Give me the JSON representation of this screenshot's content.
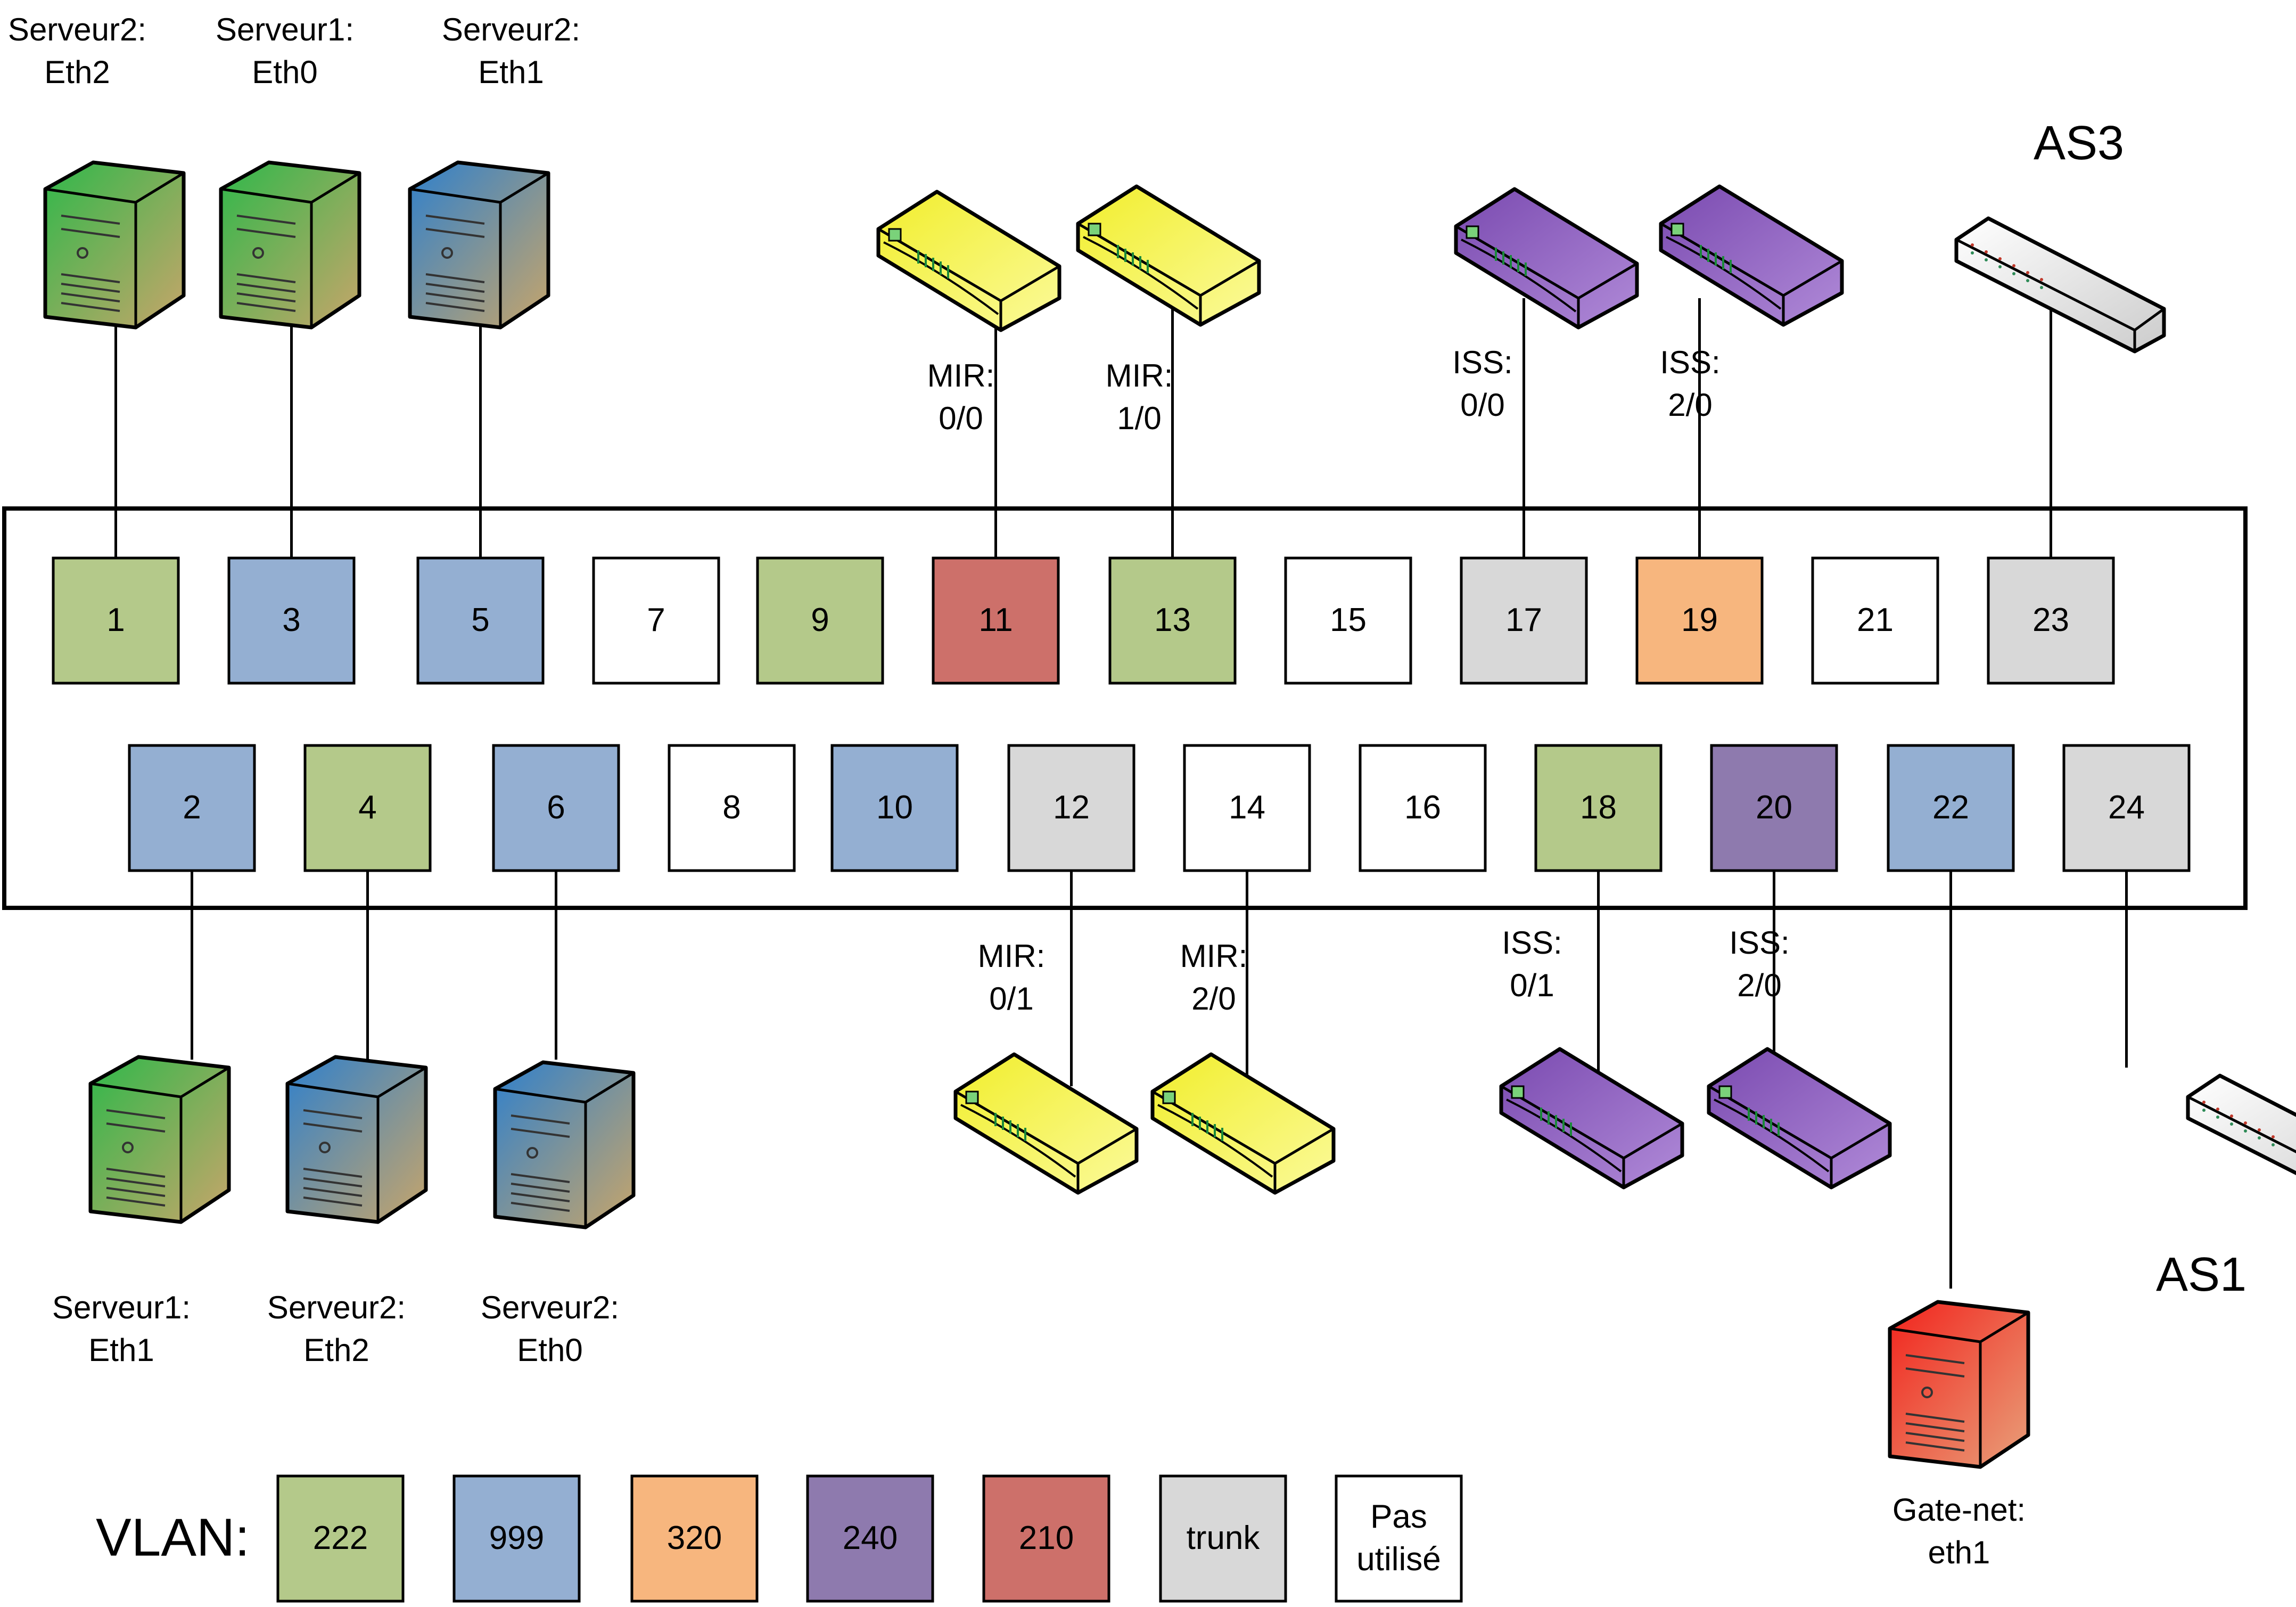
{
  "switch": {
    "ports_top": [
      {
        "num": "1",
        "vlan": "222",
        "label": [
          "Serveur2:",
          "Eth2"
        ],
        "device": "server",
        "color": "green"
      },
      {
        "num": "3",
        "vlan": "999",
        "label": [
          "Serveur1:",
          "Eth0"
        ],
        "device": "server",
        "color": "green"
      },
      {
        "num": "5",
        "vlan": "999",
        "label": [
          "Serveur2:",
          "Eth1"
        ],
        "device": "server",
        "color": "blue"
      },
      {
        "num": "7",
        "vlan": "unused"
      },
      {
        "num": "9",
        "vlan": "222"
      },
      {
        "num": "11",
        "vlan": "210",
        "label": [
          "MIR:",
          "0/0"
        ],
        "device": "router",
        "color": "yellow"
      },
      {
        "num": "13",
        "vlan": "222",
        "label": [
          "MIR:",
          "1/0"
        ],
        "device": "router",
        "color": "yellow"
      },
      {
        "num": "15",
        "vlan": "unused"
      },
      {
        "num": "17",
        "vlan": "trunk",
        "label": [
          "ISS:",
          "0/0"
        ],
        "device": "router",
        "color": "purple"
      },
      {
        "num": "19",
        "vlan": "320",
        "label": [
          "ISS:",
          "2/0"
        ],
        "device": "router",
        "color": "purple"
      },
      {
        "num": "21",
        "vlan": "unused"
      },
      {
        "num": "23",
        "vlan": "trunk",
        "label": [
          "AS3"
        ],
        "device": "switch"
      }
    ],
    "ports_bottom": [
      {
        "num": "2",
        "vlan": "999",
        "label": [
          "Serveur1:",
          "Eth1"
        ],
        "device": "server",
        "color": "green"
      },
      {
        "num": "4",
        "vlan": "222",
        "label": [
          "Serveur2:",
          "Eth2"
        ],
        "device": "server",
        "color": "blue"
      },
      {
        "num": "6",
        "vlan": "999",
        "label": [
          "Serveur2:",
          "Eth0"
        ],
        "device": "server",
        "color": "blue"
      },
      {
        "num": "8",
        "vlan": "unused"
      },
      {
        "num": "10",
        "vlan": "999"
      },
      {
        "num": "12",
        "vlan": "trunk",
        "label": [
          "MIR:",
          "0/1"
        ],
        "device": "router",
        "color": "yellow"
      },
      {
        "num": "14",
        "vlan": "unused",
        "label": [
          "MIR:",
          "2/0"
        ],
        "device": "router",
        "color": "yellow"
      },
      {
        "num": "16",
        "vlan": "unused"
      },
      {
        "num": "18",
        "vlan": "222",
        "label": [
          "ISS:",
          "0/1"
        ],
        "device": "router",
        "color": "purple"
      },
      {
        "num": "20",
        "vlan": "240",
        "label": [
          "ISS:",
          "2/0"
        ],
        "device": "router",
        "color": "purple"
      },
      {
        "num": "22",
        "vlan": "999",
        "label": [
          "Gate-net:",
          "eth1"
        ],
        "device": "server",
        "color": "red"
      },
      {
        "num": "24",
        "vlan": "trunk",
        "label": [
          "AS1"
        ],
        "device": "switch"
      }
    ]
  },
  "legend": {
    "title": "VLAN:",
    "items": [
      {
        "key": "222",
        "text": [
          "222"
        ],
        "color": "#b4c98a"
      },
      {
        "key": "999",
        "text": [
          "999"
        ],
        "color": "#94afd2"
      },
      {
        "key": "320",
        "text": [
          "320"
        ],
        "color": "#f7b67e"
      },
      {
        "key": "240",
        "text": [
          "240"
        ],
        "color": "#8e7aae"
      },
      {
        "key": "210",
        "text": [
          "210"
        ],
        "color": "#cd706a"
      },
      {
        "key": "trunk",
        "text": [
          "trunk"
        ],
        "color": "#d8d8d8"
      },
      {
        "key": "unused",
        "text": [
          "Pas",
          "utilisé"
        ],
        "color": "#ffffff"
      }
    ]
  },
  "colors": {
    "device_green": "#2fb84a",
    "device_blue": "#2f80cc",
    "device_red": "#f2231c",
    "device_yellow": "#f1ee2c",
    "device_purple": "#7a4ab0"
  }
}
